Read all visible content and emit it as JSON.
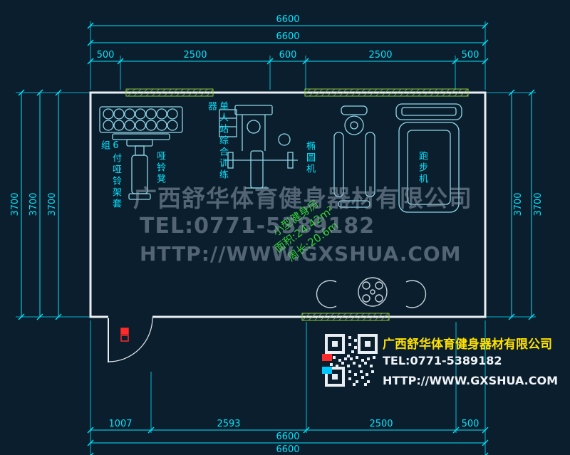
{
  "dimensions": {
    "top_total_1": "6600",
    "top_total_2": "6600",
    "top_segments": [
      "500",
      "2500",
      "600",
      "2500",
      "500"
    ],
    "bottom_segments": [
      "1007",
      "2593",
      "2500",
      "500"
    ],
    "bottom_total_1": "6600",
    "bottom_total_2": "6600",
    "left": [
      "3700",
      "3700",
      "3700"
    ],
    "right": [
      "3700",
      "3700"
    ]
  },
  "plan": {
    "equipment_labels": {
      "dumbbell_rack": "6付哑铃架套组",
      "dumbbell_bench": "哑铃凳",
      "multi_station": "单人站综合训练器",
      "elliptical": "椭圆机",
      "treadmill": "跑步机"
    },
    "room_annotation": {
      "name": "小型健身房",
      "area": "面积:24.42m²",
      "perimeter": "周长:20.6m"
    }
  },
  "watermark": {
    "company": "广西舒华体育健身器材有限公司",
    "tel": "TEL:0771-5389182",
    "website": "HTTP://WWW.GXSHUA.COM"
  },
  "info_panel": {
    "company": "广西舒华体育健身器材有限公司",
    "tel": "TEL:0771-5389182",
    "website": "HTTP://WWW.GXSHUA.COM"
  },
  "colors": {
    "background": "#0b1e2d",
    "dimension_cyan": "#00e5ff",
    "equipment_cyan": "#8fd8e8",
    "wall_white": "#e8eef2",
    "window_green": "#8fc63f",
    "annotation_green": "#35d435",
    "company_yellow": "#ffe100",
    "entrance_red": "#ff2a2a"
  }
}
